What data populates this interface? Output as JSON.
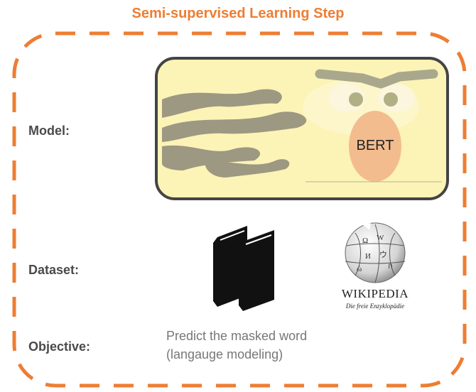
{
  "title": "Semi-supervised Learning Step",
  "labels": {
    "model": "Model:",
    "dataset": "Dataset:",
    "objective": "Objective:"
  },
  "model": {
    "name": "BERT"
  },
  "dataset": {
    "books_icon": "books-icon",
    "wikipedia_logo": "wikipedia-globe-icon",
    "wikipedia_name": "WIKIPEDIA",
    "wikipedia_tagline": "Die freie Enzyklopädie"
  },
  "objective": {
    "line1": "Predict the masked word",
    "line2": "(langauge modeling)"
  },
  "colors": {
    "accent": "#ee7d33",
    "card_fill": "#fcf3b6",
    "card_border": "#444444",
    "nose": "#f3bc8f",
    "eyebrow": "#a9a78c",
    "flames": "#9c9882"
  }
}
